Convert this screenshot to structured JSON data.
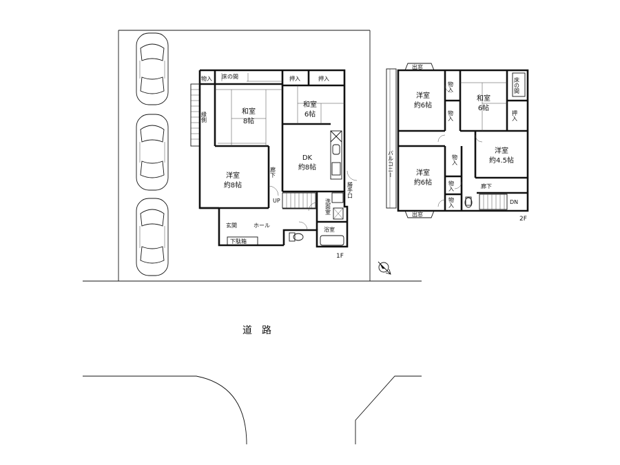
{
  "floor1": {
    "floor_label": "1F",
    "rooms": {
      "japanese_8": {
        "name": "和室",
        "size": "8帖"
      },
      "japanese_6": {
        "name": "和室",
        "size": "6帖"
      },
      "western_8": {
        "name": "洋室",
        "size": "約8帖"
      },
      "dk": {
        "name": "DK",
        "size": "約8帖"
      }
    },
    "labels": {
      "storage": "物入",
      "tokonoma": "床の間",
      "closet_a": "押入",
      "closet_b": "押入",
      "engawa": "縁側",
      "corridor": "廊下",
      "up": "UP",
      "back_door": "勝手口",
      "washroom": "洗面室",
      "bathroom": "浴室",
      "entrance": "玄関",
      "hall": "ホール",
      "shoe_box": "下駄箱"
    }
  },
  "floor2": {
    "floor_label": "2F",
    "rooms": {
      "western_6_top": {
        "name": "洋室",
        "size": "約6帖"
      },
      "japanese_6": {
        "name": "和室",
        "size": "6帖"
      },
      "western_45": {
        "name": "洋室",
        "size": "約4.5帖"
      },
      "western_6_bottom": {
        "name": "洋室",
        "size": "約6帖"
      }
    },
    "labels": {
      "bay_window_top": "出窓",
      "bay_window_bottom": "出窓",
      "balcony": "バルコニー",
      "storage": "物入",
      "tokonoma": "床の間",
      "closet": "押入",
      "corridor": "廊下",
      "down": "DN"
    }
  },
  "site": {
    "road": "道路",
    "north_arrow": "north-arrow-icon"
  },
  "colors": {
    "line": "#111111",
    "background": "#ffffff"
  }
}
